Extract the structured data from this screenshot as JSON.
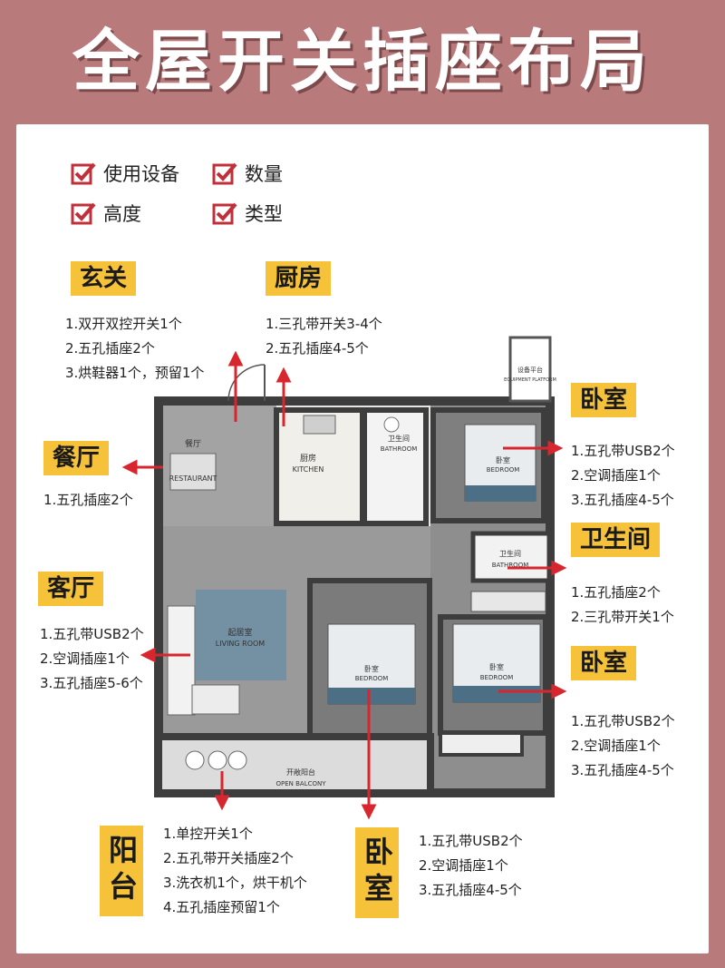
{
  "title": "全屋开关插座布局",
  "legend": [
    "使用设备",
    "数量",
    "高度",
    "类型"
  ],
  "colors": {
    "background": "#b97a7c",
    "accent": "#c0303a",
    "tag": "#f6c23a",
    "wall": "#4a4a4a",
    "floor": "#9b9b9b"
  },
  "rooms": {
    "entry": {
      "name": "玄关",
      "items": [
        "1.双开双控开关1个",
        "2.五孔插座2个",
        "3.烘鞋器1个，预留1个"
      ]
    },
    "kitchen": {
      "name": "厨房",
      "items": [
        "1.三孔带开关3-4个",
        "2.五孔插座4-5个"
      ]
    },
    "bedroom_ne": {
      "name": "卧室",
      "items": [
        "1.五孔带USB2个",
        "2.空调插座1个",
        "3.五孔插座4-5个"
      ]
    },
    "dining": {
      "name": "餐厅",
      "items": [
        "1.五孔插座2个"
      ]
    },
    "bathroom": {
      "name": "卫生间",
      "items": [
        "1.五孔插座2个",
        "2.三孔带开关1个"
      ]
    },
    "living": {
      "name": "客厅",
      "items": [
        "1.五孔带USB2个",
        "2.空调插座1个",
        "3.五孔插座5-6个"
      ]
    },
    "bedroom_se": {
      "name": "卧室",
      "items": [
        "1.五孔带USB2个",
        "2.空调插座1个",
        "3.五孔插座4-5个"
      ]
    },
    "balcony": {
      "name": "阳台",
      "items": [
        "1.单控开关1个",
        "2.五孔带开关插座2个",
        "3.洗衣机1个，烘干机个",
        "4.五孔插座预留1个"
      ]
    },
    "bedroom_s": {
      "name": "卧室",
      "items": [
        "1.五孔带USB2个",
        "2.空调插座1个",
        "3.五孔插座4-5个"
      ]
    }
  },
  "plan_labels": {
    "restaurant_cn": "餐厅",
    "restaurant_en": "RESTAURANT",
    "kitchen_cn": "厨房",
    "kitchen_en": "KITCHEN",
    "bath_cn": "卫生间",
    "bath_en": "BATHROOM",
    "bed1_cn": "卧室",
    "bed1_en": "BEDROOM",
    "bath2_cn": "卫生间",
    "bath2_en": "BATHROOM",
    "living_cn": "起居室",
    "living_en": "LIVING ROOM",
    "bed2_cn": "卧室",
    "bed2_en": "BEDROOM",
    "bed3_cn": "卧室",
    "bed3_en": "BEDROOM",
    "balcony_cn": "开敞阳台",
    "balcony_en": "OPEN BALCONY",
    "equip_cn": "设备平台",
    "equip_en": "EQUIPMENT PLATFORM"
  }
}
